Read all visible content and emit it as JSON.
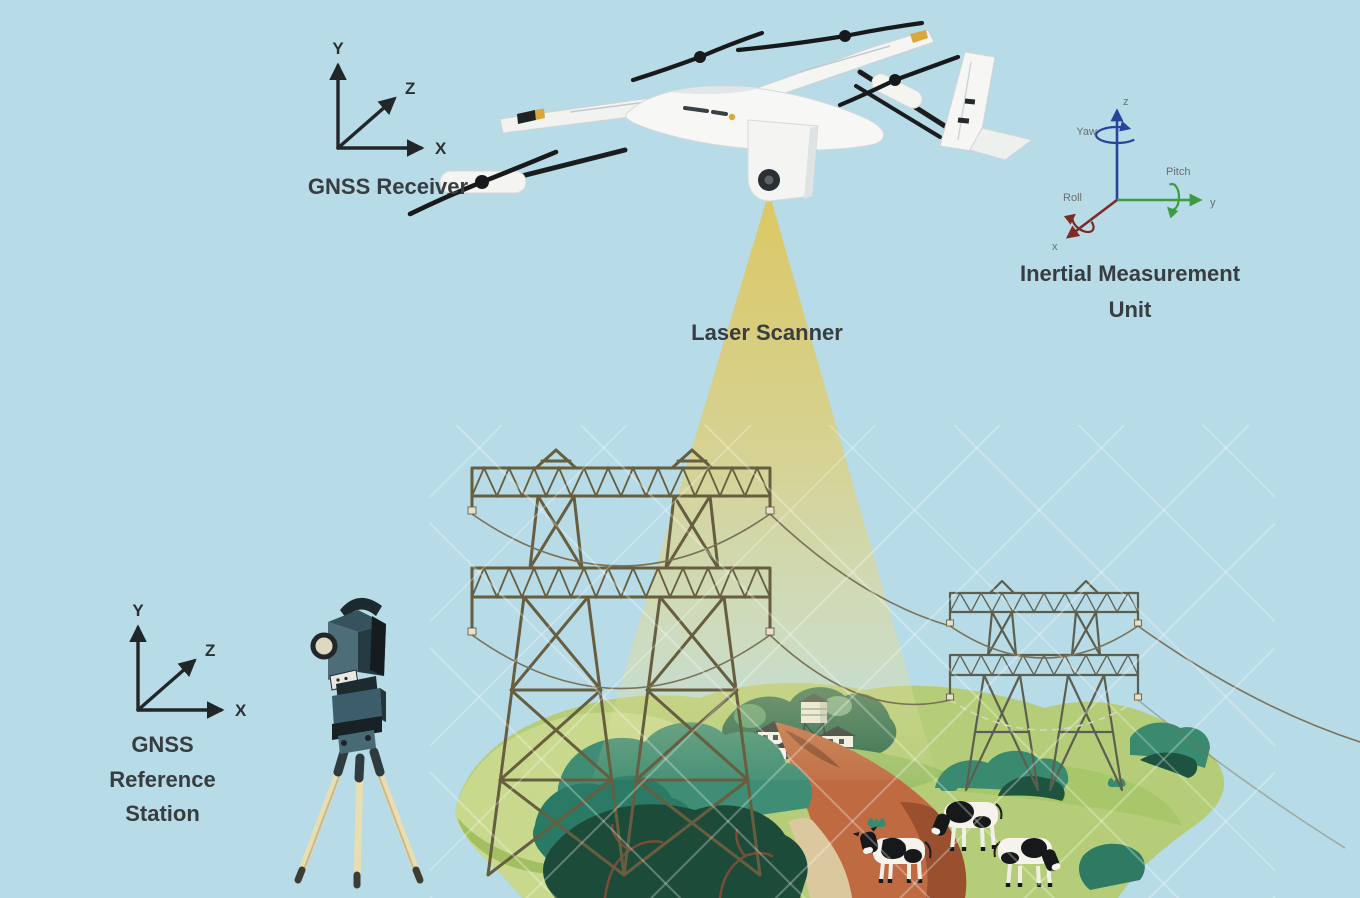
{
  "scene": {
    "background_color": "#b7dbe7",
    "elements": [
      "uav-vtol-drone",
      "laser-scan-cone",
      "gnss-receiver-axes",
      "imu-axes",
      "gnss-reference-axes",
      "total-station-tripod",
      "transmission-towers-near",
      "transmission-towers-far",
      "power-lines",
      "landscape-island",
      "village-houses",
      "water-tower",
      "plowed-field",
      "trees-bushes",
      "cows"
    ]
  },
  "labels": {
    "gnss_receiver": "GNSS Receiver",
    "laser_scanner": "Laser Scanner",
    "imu_line1": "Inertial Measurement",
    "imu_line2": "Unit",
    "gnss_reference_line1": "GNSS",
    "gnss_reference_line2": "Reference",
    "gnss_reference_line3": "Station"
  },
  "axes": {
    "receiver": {
      "x": "X",
      "y": "Y",
      "z": "Z"
    },
    "reference": {
      "x": "X",
      "y": "Y",
      "z": "Z"
    },
    "imu": {
      "x": "x",
      "y": "y",
      "z": "z",
      "yaw": "Yaw",
      "pitch": "Pitch",
      "roll": "Roll"
    }
  },
  "colors": {
    "sky": "#b7dbe7",
    "label_text": "#373d40",
    "axis_stroke": "#212628",
    "imu_z_axis": "#27449c",
    "imu_y_axis": "#3f9a44",
    "imu_x_axis": "#7d2b26",
    "imu_small_label": "#6a7073",
    "cone_top": "#dfc658",
    "cone_mid": "#ddd07e",
    "cone_bottom": "#e2dc9b",
    "tower_near": "#665e3e",
    "tower_far": "#5c5f50",
    "wire": "#7a7258",
    "grass_light": "#b5cd78",
    "grass_pale": "#c8d98e",
    "bush_teal": "#3f8d75",
    "tree_dark": "#1d4b39",
    "field_orange": "#c06a42",
    "tripod_leg": "#e9ddb2",
    "station_body": "#4d6e78"
  }
}
